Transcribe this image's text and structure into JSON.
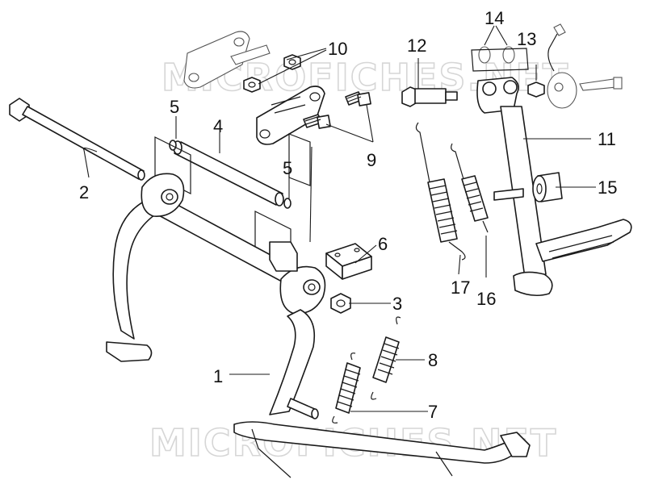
{
  "watermarks": [
    "MICROFICHES.NET",
    "MICROFICHES.NET"
  ],
  "callouts": {
    "c1": "1",
    "c2": "2",
    "c3": "3",
    "c4": "4",
    "c5a": "5",
    "c5b": "5",
    "c6": "6",
    "c7": "7",
    "c8": "8",
    "c9": "9",
    "c10": "10",
    "c11": "11",
    "c12": "12",
    "c13": "13",
    "c14": "14",
    "c15": "15",
    "c16": "16",
    "c17": "17"
  },
  "colors": {
    "line": "#1a1a1a",
    "watermark": "#d6d6d6",
    "background": "#ffffff"
  }
}
